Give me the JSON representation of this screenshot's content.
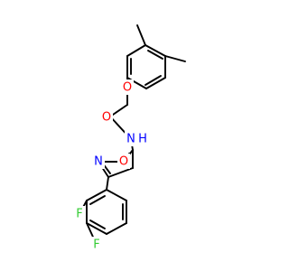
{
  "molecule": {
    "atom_labels": {
      "carbonyl_oxygen": "O",
      "amide_nitrogen": "N",
      "amide_hydrogen": "H",
      "ether_oxygen": "O",
      "ring_oxygen": "O",
      "ring_nitrogen": "N",
      "fluorine_1": "F",
      "fluorine_2": "F"
    },
    "colors": {
      "bond": "#000000",
      "oxygen": "#ff0000",
      "nitrogen": "#0000ff",
      "fluorine": "#33cc33"
    }
  }
}
